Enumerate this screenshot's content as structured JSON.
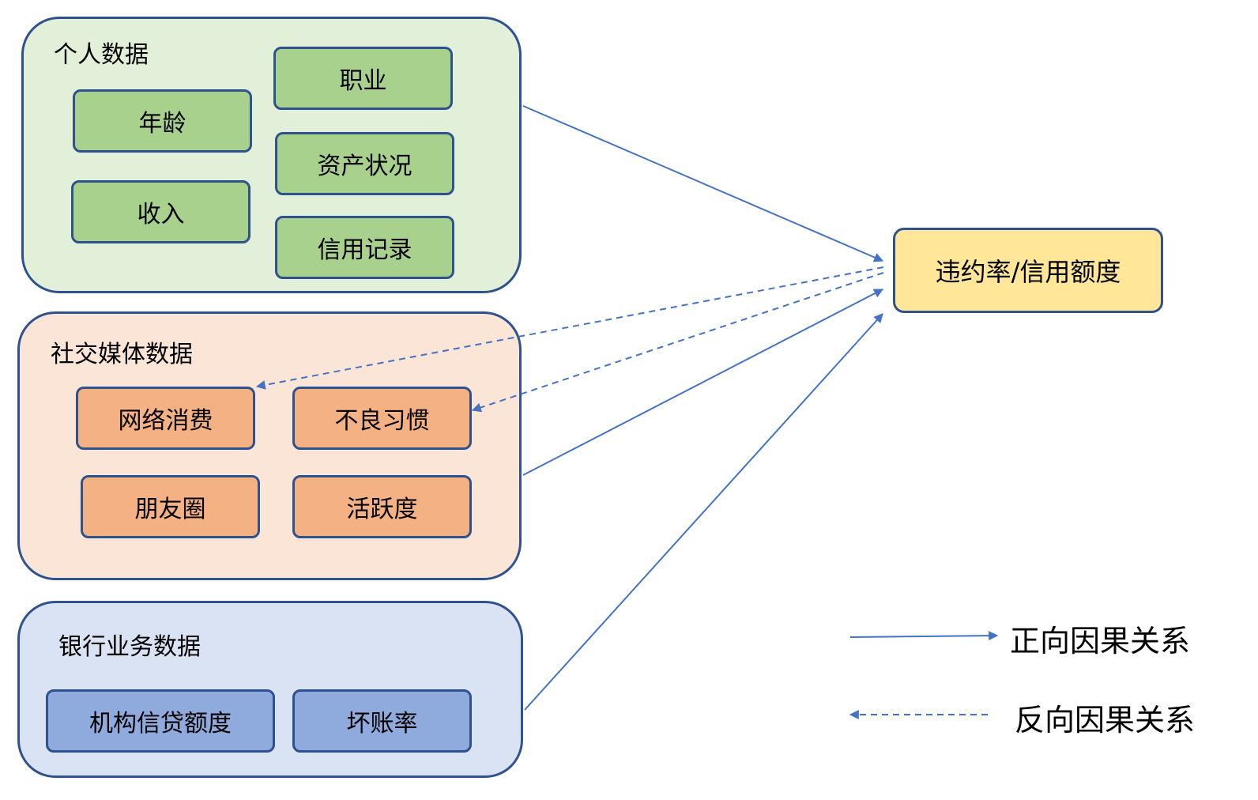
{
  "groups": {
    "personal": {
      "title": "个人数据",
      "items": [
        "职业",
        "年龄",
        "资产状况",
        "收入",
        "信用记录"
      ]
    },
    "social": {
      "title": "社交媒体数据",
      "items": [
        "网络消费",
        "不良习惯",
        "朋友圈",
        "活跃度"
      ]
    },
    "bank": {
      "title": "银行业务数据",
      "items": [
        "机构信贷额度",
        "坏账率"
      ]
    }
  },
  "target": {
    "label": "违约率/信用额度"
  },
  "legend": {
    "forward": "正向因果关系",
    "reverse": "反向因果关系"
  },
  "colors": {
    "border": "#2f528f",
    "line": "#4472c4",
    "personal_bg": "#e2efd9",
    "personal_node": "#a9d18e",
    "social_bg": "#fbe5d6",
    "social_node": "#f4b183",
    "bank_bg": "#dae3f3",
    "bank_node": "#8faadc",
    "target_node": "#ffe699"
  }
}
